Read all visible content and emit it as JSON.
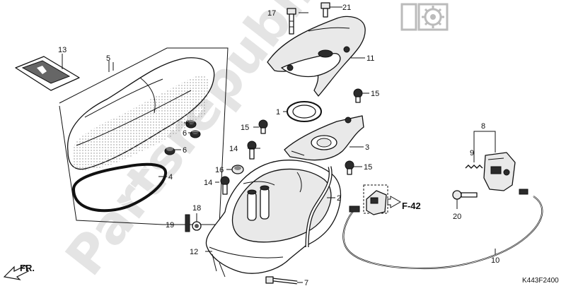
{
  "watermark": "Partsrepublik",
  "diagram_code": "K443F2400",
  "front_arrow_label": "FR.",
  "ref_label": "F-42",
  "callouts": [
    {
      "id": "c1",
      "text": "1"
    },
    {
      "id": "c2",
      "text": "2"
    },
    {
      "id": "c3",
      "text": "3"
    },
    {
      "id": "c4",
      "text": "4"
    },
    {
      "id": "c5",
      "text": "5"
    },
    {
      "id": "c6a",
      "text": "6"
    },
    {
      "id": "c6b",
      "text": "6"
    },
    {
      "id": "c6c",
      "text": "6"
    },
    {
      "id": "c7",
      "text": "7"
    },
    {
      "id": "c8",
      "text": "8"
    },
    {
      "id": "c9",
      "text": "9"
    },
    {
      "id": "c10",
      "text": "10"
    },
    {
      "id": "c11",
      "text": "11"
    },
    {
      "id": "c12",
      "text": "12"
    },
    {
      "id": "c13",
      "text": "13"
    },
    {
      "id": "c14a",
      "text": "14"
    },
    {
      "id": "c14b",
      "text": "14"
    },
    {
      "id": "c15a",
      "text": "15"
    },
    {
      "id": "c15b",
      "text": "15"
    },
    {
      "id": "c15c",
      "text": "15"
    },
    {
      "id": "c16",
      "text": "16"
    },
    {
      "id": "c17",
      "text": "17"
    },
    {
      "id": "c18",
      "text": "18"
    },
    {
      "id": "c19",
      "text": "19"
    },
    {
      "id": "c20",
      "text": "20"
    },
    {
      "id": "c21",
      "text": "21"
    }
  ],
  "colors": {
    "line": "#111111",
    "watermark": "#cfcfcf",
    "hatch": "#9a9a9a"
  },
  "icons": {
    "logo": "gear-icon",
    "front": "front-arrow-icon"
  }
}
